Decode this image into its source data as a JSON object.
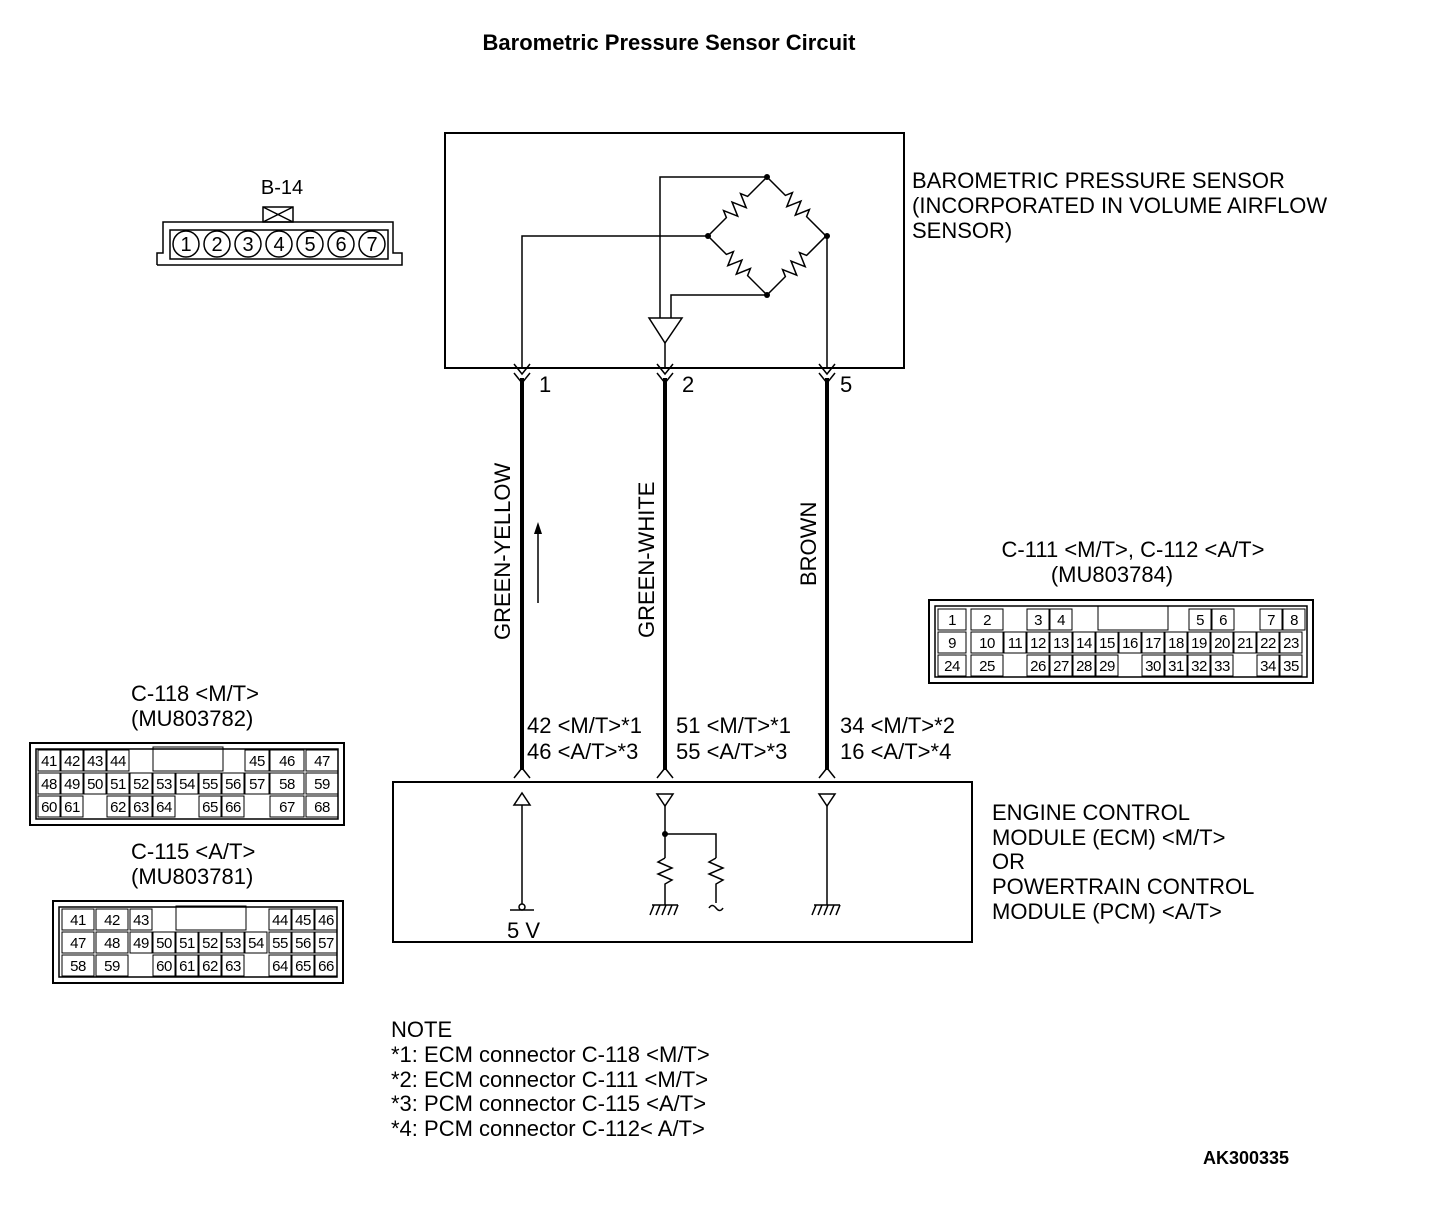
{
  "title": "Barometric Pressure Sensor Circuit",
  "figure_id": "AK300335",
  "sensor": {
    "label_lines": [
      "BAROMETRIC PRESSURE SENSOR",
      "(INCORPORATED IN VOLUME AIRFLOW",
      "SENSOR)"
    ],
    "connector": "B-14",
    "connector_pins": [
      "1",
      "2",
      "3",
      "4",
      "5",
      "6",
      "7"
    ],
    "terminals": [
      "1",
      "2",
      "5"
    ]
  },
  "wires": [
    {
      "color": "GREEN-YELLOW",
      "sensor_pin": "1",
      "ecm_pins": [
        "42 <M/T>*1",
        "46 <A/T>*3"
      ]
    },
    {
      "color": "GREEN-WHITE",
      "sensor_pin": "2",
      "ecm_pins": [
        "51 <M/T>*1",
        "55 <A/T>*3"
      ]
    },
    {
      "color": "BROWN",
      "sensor_pin": "5",
      "ecm_pins": [
        "34 <M/T>*2",
        "16 <A/T>*4"
      ]
    }
  ],
  "module": {
    "label_lines": [
      "ENGINE CONTROL",
      "MODULE (ECM) <M/T>",
      "OR",
      "POWERTRAIN CONTROL",
      "MODULE (PCM) <A/T>"
    ],
    "supply": "5 V"
  },
  "connectors": {
    "c111": {
      "title": "C-111 <M/T>, C-112 <A/T>",
      "part": "(MU803784)",
      "rows": [
        [
          "1",
          "2",
          "",
          "",
          "3",
          "4",
          "",
          "",
          "",
          "",
          "",
          "7",
          "8"
        ],
        [
          "9",
          "10",
          "11",
          "12",
          "13",
          "14",
          "15",
          "16",
          "17",
          "18",
          "19",
          "20",
          "21",
          "22",
          "23"
        ],
        [
          "24",
          "25",
          "",
          "26",
          "27",
          "28",
          "29",
          "",
          "30",
          "31",
          "32",
          "33",
          "",
          "34",
          "35"
        ]
      ],
      "row1_full": [
        "1",
        "2",
        "",
        "3",
        "4",
        "",
        "",
        "",
        "",
        "5",
        "6",
        "",
        "7",
        "8"
      ]
    },
    "c118": {
      "title": "C-118 <M/T>",
      "part": "(MU803782)",
      "rows": [
        [
          "41",
          "42",
          "43",
          "44",
          "",
          "",
          "",
          "",
          "",
          "45",
          "46",
          "47"
        ],
        [
          "48",
          "49",
          "50",
          "51",
          "52",
          "53",
          "54",
          "55",
          "56",
          "57",
          "58",
          "59"
        ],
        [
          "60",
          "61",
          "",
          "62",
          "63",
          "64",
          "",
          "65",
          "66",
          "",
          "67",
          "68"
        ]
      ]
    },
    "c115": {
      "title": "C-115 <A/T>",
      "part": "(MU803781)",
      "rows": [
        [
          "41",
          "42",
          "43",
          "",
          "",
          "",
          "",
          "",
          "44",
          "45",
          "46"
        ],
        [
          "47",
          "48",
          "49",
          "50",
          "51",
          "52",
          "53",
          "54",
          "55",
          "56",
          "57"
        ],
        [
          "58",
          "59",
          "",
          "60",
          "61",
          "62",
          "63",
          "",
          "64",
          "65",
          "66"
        ]
      ]
    }
  },
  "note": {
    "heading": "NOTE",
    "lines": [
      "*1: ECM connector C-118 <M/T>",
      "*2: ECM connector C-111 <M/T>",
      "*3: PCM connector C-115 <A/T>",
      "*4: PCM connector C-112< A/T>"
    ]
  }
}
